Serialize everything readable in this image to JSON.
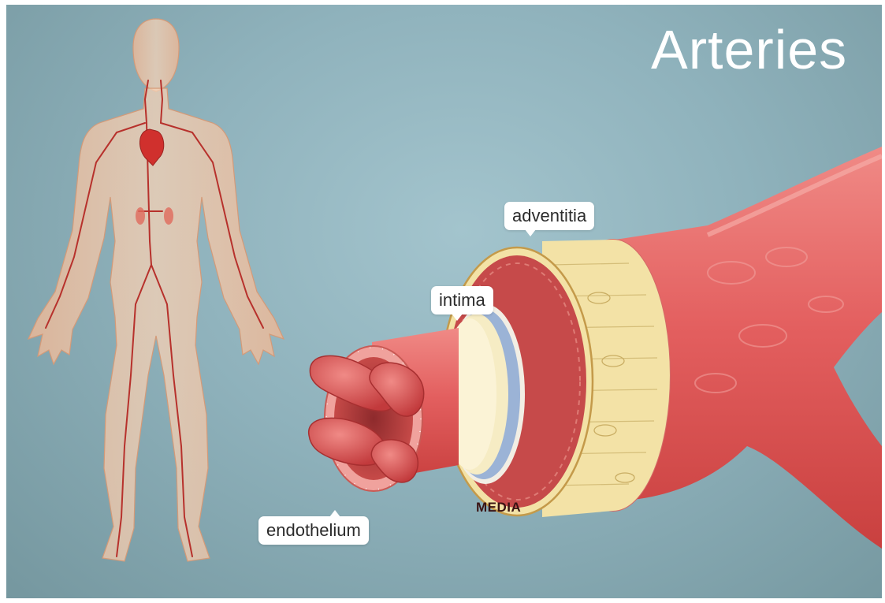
{
  "title": "Arteries",
  "labels": {
    "adventitia": "adventitia",
    "intima": "intima",
    "endothelium": "endothelium",
    "media": "MEDIA"
  },
  "colors": {
    "background": "#8fb2bc",
    "artery_red": "#d9474a",
    "adventitia_yellow": "#f3e2a6",
    "intima_blue": "#9bb3d6",
    "body_skin": "#f2c4a3"
  }
}
